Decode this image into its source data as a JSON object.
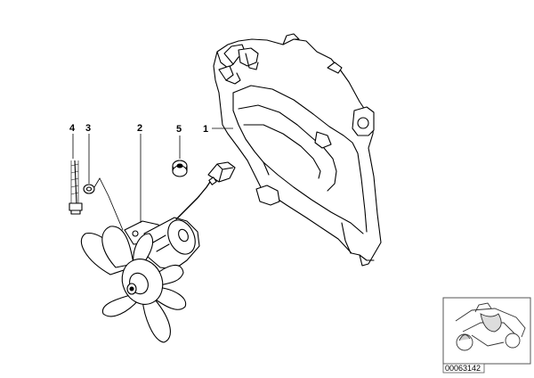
{
  "callouts": [
    {
      "id": "1",
      "label": "1"
    },
    {
      "id": "2",
      "label": "2"
    },
    {
      "id": "3",
      "label": "3"
    },
    {
      "id": "4",
      "label": "4"
    },
    {
      "id": "5",
      "label": "5"
    }
  ],
  "reference_number": "00063142",
  "colors": {
    "line": "#000000",
    "background": "#ffffff",
    "thumbnail_frame": "#555555"
  },
  "icons": [
    "motorcycle-thumbnail-icon"
  ]
}
